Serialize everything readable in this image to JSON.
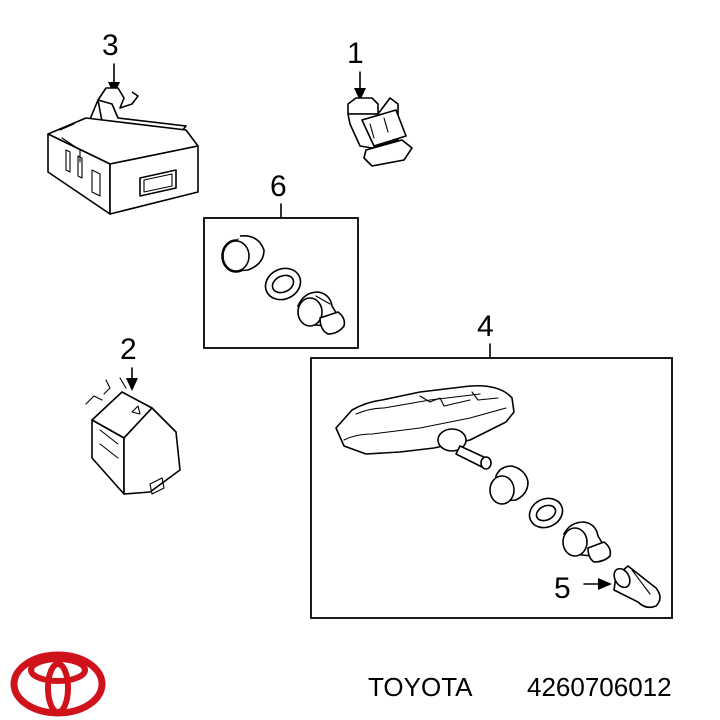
{
  "callouts": {
    "c1": "1",
    "c2": "2",
    "c3": "3",
    "c4": "4",
    "c5": "5",
    "c6": "6"
  },
  "footer": {
    "brand": "TOYOTA",
    "part_number": "4260706012",
    "logo_icon": "toyota-logo-icon",
    "logo_color": "#d0121b"
  }
}
